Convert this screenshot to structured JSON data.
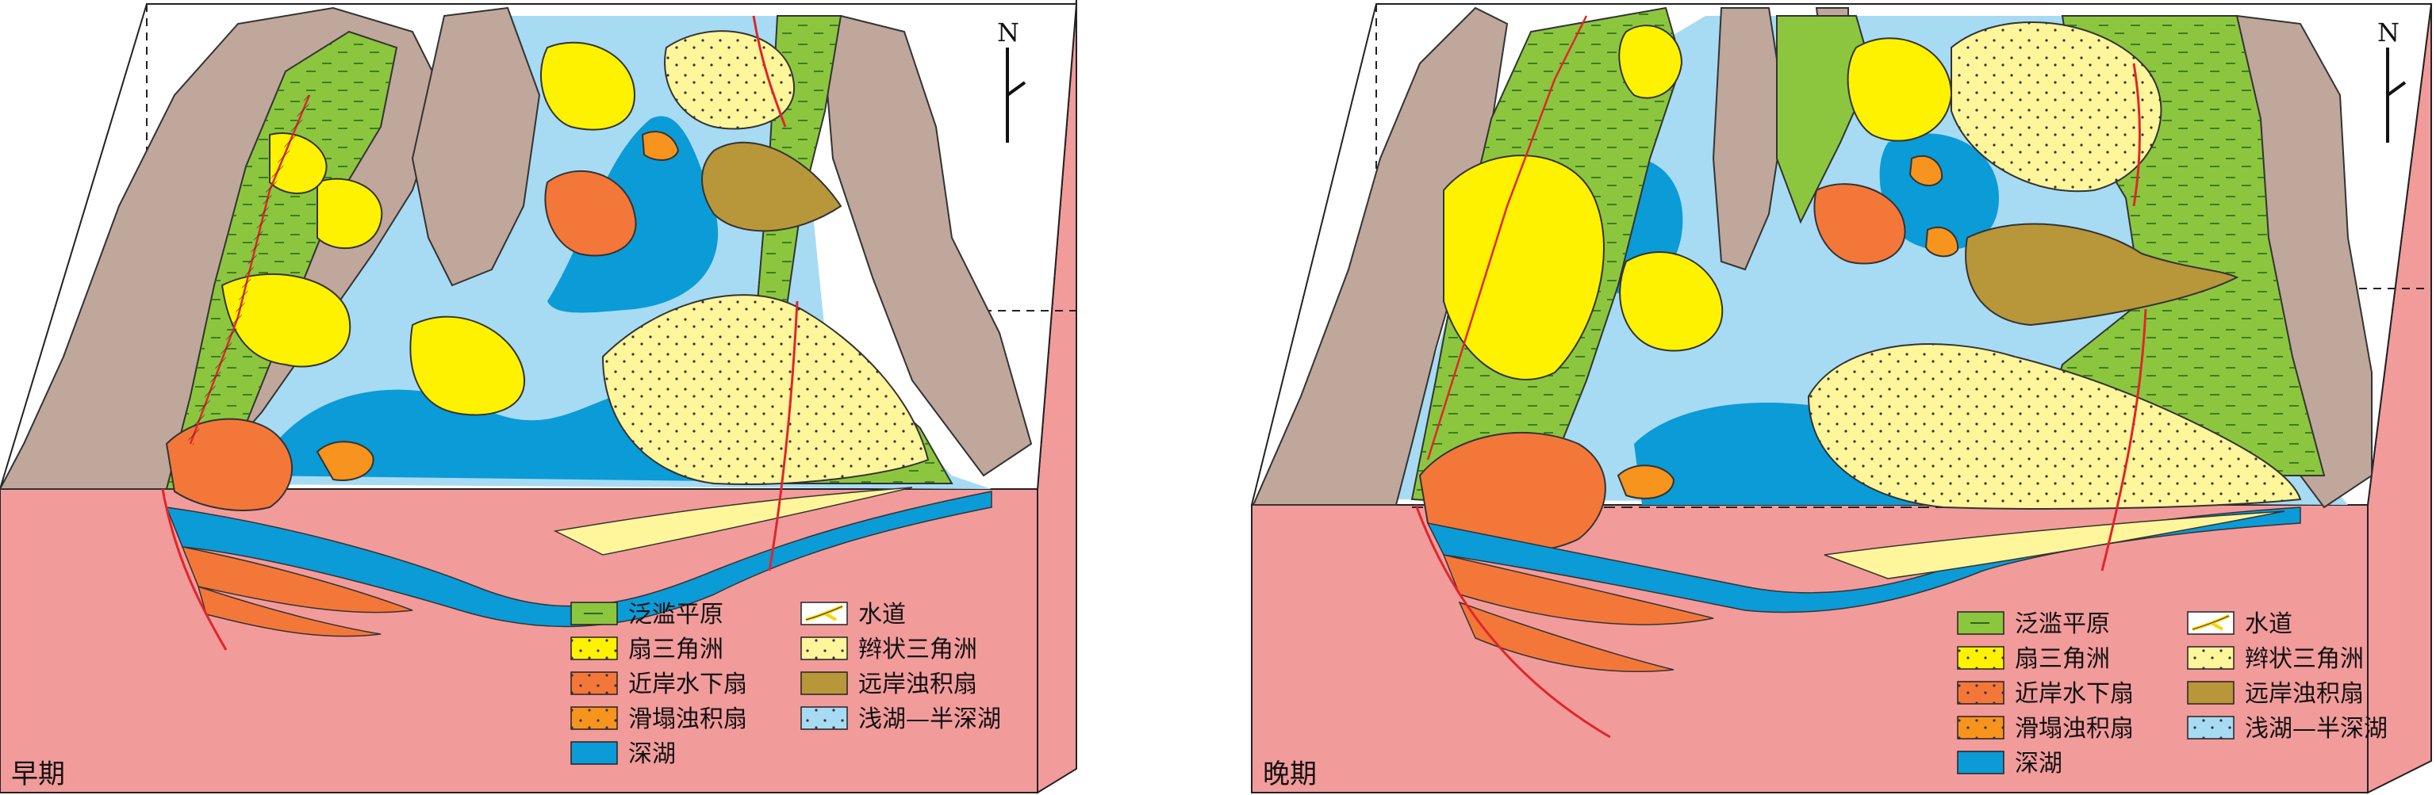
{
  "panels": [
    {
      "period": "早期",
      "north": "N",
      "legend": [
        {
          "swatch": "floodplain",
          "label": "泛滥平原"
        },
        {
          "swatch": "channel",
          "label": "水道"
        },
        {
          "swatch": "fan_delta",
          "label": "扇三角洲"
        },
        {
          "swatch": "braided_delta",
          "label": "辫状三角洲"
        },
        {
          "swatch": "nearshore_fan",
          "label": "近岸水下扇"
        },
        {
          "swatch": "distal_turbidite",
          "label": "远岸浊积扇"
        },
        {
          "swatch": "slump_turbidite",
          "label": "滑塌浊积扇"
        },
        {
          "swatch": "shallow_lake",
          "label": "浅湖—半深湖"
        },
        {
          "swatch": "deep_lake",
          "label": "深湖"
        }
      ]
    },
    {
      "period": "晚期",
      "north": "N",
      "legend": [
        {
          "swatch": "floodplain",
          "label": "泛滥平原"
        },
        {
          "swatch": "channel",
          "label": "水道"
        },
        {
          "swatch": "fan_delta",
          "label": "扇三角洲"
        },
        {
          "swatch": "braided_delta",
          "label": "辫状三角洲"
        },
        {
          "swatch": "nearshore_fan",
          "label": "近岸水下扇"
        },
        {
          "swatch": "distal_turbidite",
          "label": "远岸浊积扇"
        },
        {
          "swatch": "slump_turbidite",
          "label": "滑塌浊积扇"
        },
        {
          "swatch": "shallow_lake",
          "label": "浅湖—半深湖"
        },
        {
          "swatch": "deep_lake",
          "label": "深湖"
        }
      ]
    }
  ],
  "colors": {
    "block_side": "#f29b9b",
    "mountain": "#bfa79b",
    "floodplain": "#8cc63f",
    "fan_delta": "#fff200",
    "nearshore_fan": "#f4773a",
    "slump_turbidite": "#f7941d",
    "deep_lake": "#0b9bd7",
    "shallow_lake": "#a7dbf3",
    "braided_delta": "#fff59a",
    "distal_turbidite": "#b8963a",
    "channel": "#ffd200",
    "fault": "#e0262b"
  }
}
